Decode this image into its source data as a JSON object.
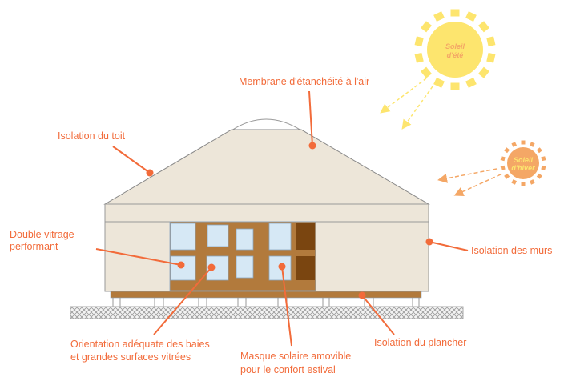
{
  "colors": {
    "label": "#f26b3a",
    "summer_sun": "#fde56e",
    "winter_sun": "#f4a766",
    "wall": "#ede6d9",
    "wood": "#b27a3c",
    "dark_wood": "#7a4510",
    "glass": "#d6e8f5"
  },
  "suns": {
    "summer": {
      "line1": "Soleil",
      "line2": "d'été"
    },
    "winter": {
      "line1": "Soleil",
      "line2": "d'hiver"
    }
  },
  "labels": {
    "membrane": "Membrane d'étanchéité à l'air",
    "roof": "Isolation du toit",
    "glazing_1": "Double vitrage",
    "glazing_2": "performant",
    "walls": "Isolation des murs",
    "orientation_1": "Orientation adéquate des baies",
    "orientation_2": "et grandes surfaces vitrées",
    "shade_1": "Masque solaire amovible",
    "shade_2": "pour le confort estival",
    "floor": "Isolation du plancher"
  }
}
